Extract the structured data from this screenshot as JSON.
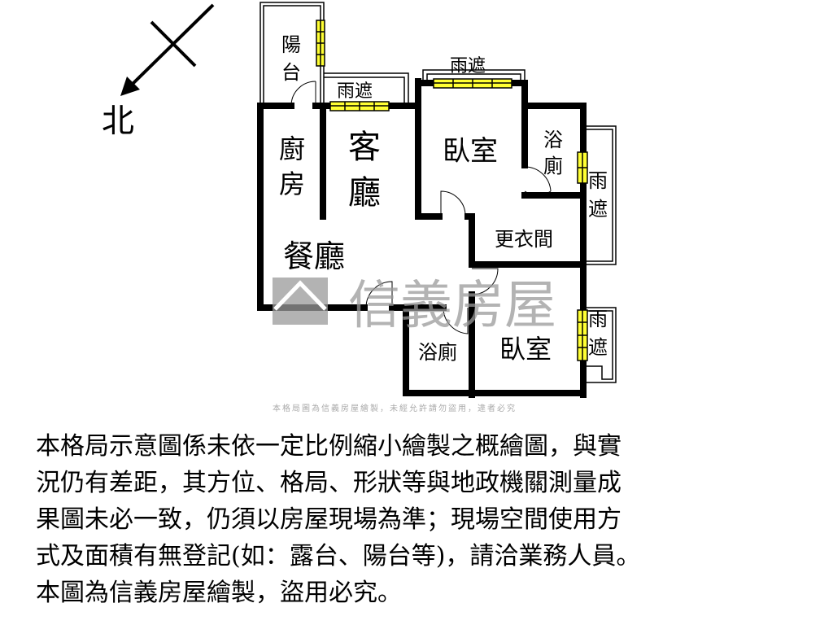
{
  "compass": {
    "north_label": "北"
  },
  "rooms": {
    "balcony": [
      "陽",
      "台"
    ],
    "kitchen": [
      "廚",
      "房"
    ],
    "living": [
      "客",
      "廳"
    ],
    "dining": "餐廳",
    "bedroom_1": "臥室",
    "bath_1": [
      "浴",
      "廁"
    ],
    "closet": "更衣間",
    "bedroom_2": "臥室",
    "bath_2": "浴廁",
    "rain_shelter_top_left": "雨遮",
    "rain_shelter_top": "雨遮",
    "rain_shelter_right_upper": [
      "雨",
      "遮"
    ],
    "rain_shelter_right_lower": [
      "雨",
      "遮"
    ]
  },
  "watermark": {
    "brand": "信義房屋",
    "notice": "本格局圖為信義房屋繪製，未經允許請勿盜用，違者必究"
  },
  "colors": {
    "wall": "#000000",
    "window": "#ffff33",
    "watermark": "#9a9a9a"
  },
  "disclaimer": [
    "本格局示意圖係未依一定比例縮小繪製之概繪圖，與實",
    "況仍有差距，其方位、格局、形狀等與地政機關測量成",
    "果圖未必一致，仍須以房屋現場為準；現場空間使用方",
    "式及面積有無登記(如：露台、陽台等)，請洽業務人員。",
    "本圖為信義房屋繪製，盜用必究。"
  ]
}
